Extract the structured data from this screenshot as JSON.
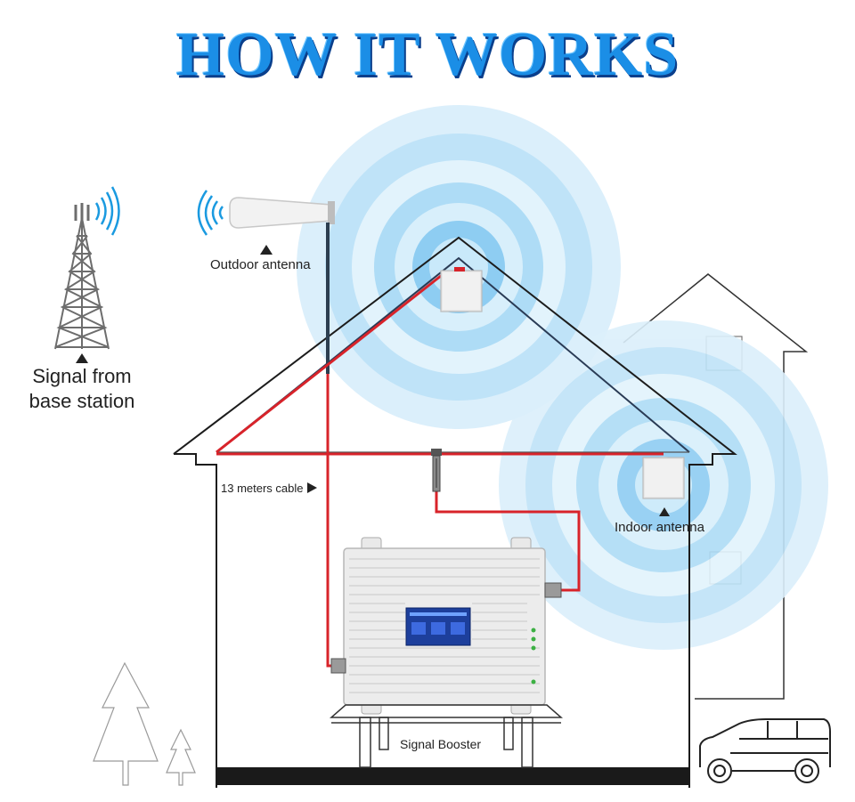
{
  "title": "HOW IT WORKS",
  "labels": {
    "outdoor_antenna": "Outdoor antenna",
    "signal_from_line1": "Signal from",
    "signal_from_line2": "base station",
    "cable": "13 meters cable",
    "indoor_antenna": "Indoor antenna",
    "booster": "Signal Booster"
  },
  "colors": {
    "title": "#1b8ee6",
    "title_shadow": "#0a3f8c",
    "cable": "#d8232a",
    "waves": "#5fb8ec",
    "house_line": "#1c1c1c",
    "ground": "#1a1a1a"
  },
  "icons": [
    "cell-tower-icon",
    "signal-wave-icon",
    "triangle-pointer-icon",
    "tree-icon",
    "car-icon"
  ]
}
